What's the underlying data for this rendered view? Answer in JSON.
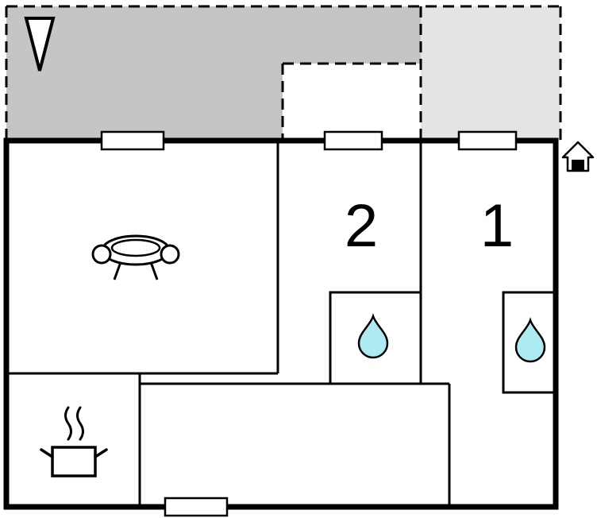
{
  "plan": {
    "rooms": [
      {
        "label": "2"
      },
      {
        "label": "1"
      }
    ],
    "colors": {
      "terrace_dark": "#c5c5c5",
      "terrace_light": "#e4e4e4",
      "wall": "#000000",
      "water_drop": "#aeeaf2",
      "background": "#ffffff"
    },
    "icons": {
      "north_arrow": "north-arrow-icon",
      "entrance": "entrance-icon",
      "sofa": "sofa-icon",
      "water_drop": "water-drop-icon",
      "cooking_pot": "cooking-pot-icon",
      "window": "window"
    }
  }
}
